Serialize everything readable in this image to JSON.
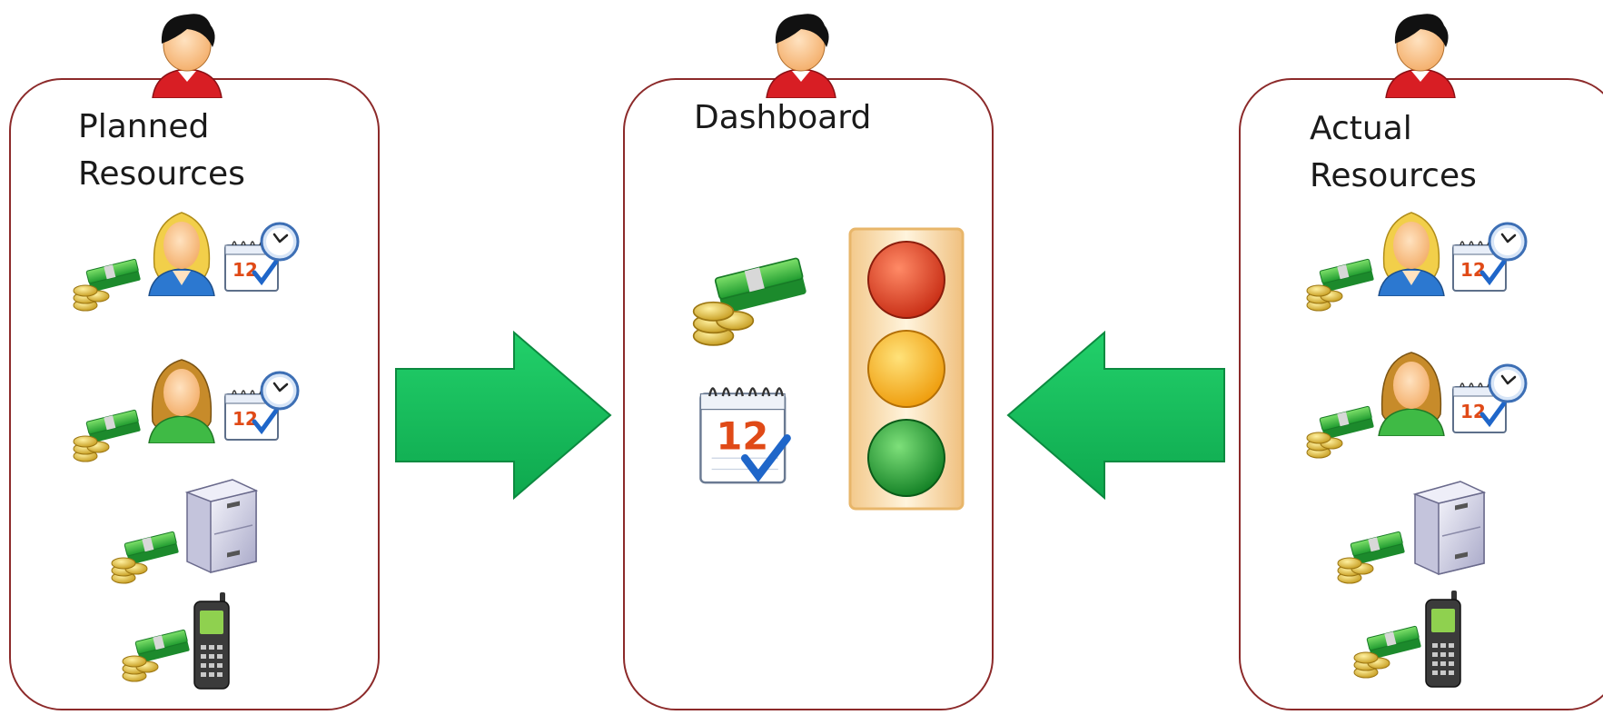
{
  "panels": {
    "left": {
      "title": "Planned\nResources"
    },
    "middle": {
      "title": "Dashboard"
    },
    "right": {
      "title": "Actual\nResources"
    }
  },
  "icons": {
    "panel_header": "person-icon",
    "row_1": [
      "money-icon",
      "female-blonde-icon",
      "calendar-clock-icon"
    ],
    "row_2": [
      "money-icon",
      "female-brunette-icon",
      "calendar-clock-icon"
    ],
    "row_3": [
      "money-icon",
      "file-cabinet-icon"
    ],
    "row_4": [
      "money-icon",
      "mobile-phone-icon"
    ],
    "dashboard": [
      "money-icon",
      "calendar-icon",
      "traffic-light-icon"
    ],
    "flows": [
      "arrow-right-icon",
      "arrow-left-icon"
    ]
  },
  "colors": {
    "panel_border": "#8c2a2a",
    "arrow_green": "#16b85a",
    "light_red": "#d9361c",
    "light_amber": "#f3a916",
    "light_green": "#179a34"
  }
}
